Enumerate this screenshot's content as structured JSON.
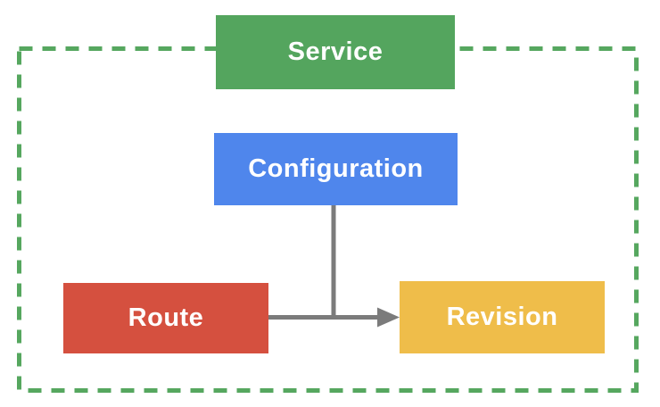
{
  "diagram": {
    "type": "flowchart",
    "background": "#ffffff",
    "boundary": {
      "description": "dashed rectangle enclosing the diagram, crossed behind the Service box",
      "style": "dashed",
      "color": "#56A75F"
    },
    "connector": {
      "color": "#7B7B7B"
    },
    "nodes": {
      "service": {
        "label": "Service",
        "fill": "#54A55E",
        "text_color": "#FFFFFF"
      },
      "configuration": {
        "label": "Configuration",
        "fill": "#4F86EC",
        "text_color": "#FFFFFF"
      },
      "route": {
        "label": "Route",
        "fill": "#D5503F",
        "text_color": "#FFFFFF"
      },
      "revision": {
        "label": "Revision",
        "fill": "#EFBD4A",
        "text_color": "#FFFFFF"
      }
    },
    "edges": [
      {
        "from": "Configuration",
        "to": "Revision",
        "arrow": true
      },
      {
        "from": "Route",
        "to": "Revision",
        "arrow": true
      }
    ]
  }
}
